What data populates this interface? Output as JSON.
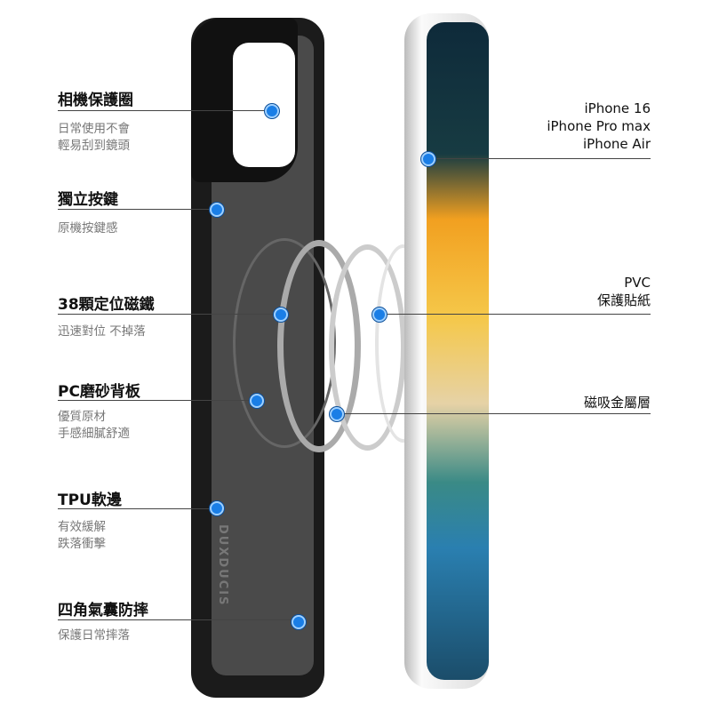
{
  "left_features": [
    {
      "title": "相機保護圈",
      "desc": [
        "日常使用不會",
        "輕易刮到鏡頭"
      ]
    },
    {
      "title": "獨立按鍵",
      "desc": [
        "原機按鍵感"
      ]
    },
    {
      "title": "38顆定位磁鐵",
      "desc": [
        "迅速對位 不掉落"
      ]
    },
    {
      "title": "PC磨砂背板",
      "desc": [
        "優質原材",
        "手感細膩舒適"
      ]
    },
    {
      "title": "TPU軟邊",
      "desc": [
        "有效緩解",
        "跌落衝擊"
      ]
    },
    {
      "title": "四角氣囊防摔",
      "desc": [
        "保護日常摔落"
      ]
    }
  ],
  "right_features": [
    {
      "lines": [
        "iPhone 16",
        "iPhone Pro max"
      ],
      "overlay": "iPhone Air"
    },
    {
      "lines": [
        "PVC",
        "保護貼紙"
      ]
    },
    {
      "lines": [
        "磁吸金屬層"
      ]
    }
  ],
  "brand": "DUXDUCIS",
  "accent": "#1a7ee6"
}
